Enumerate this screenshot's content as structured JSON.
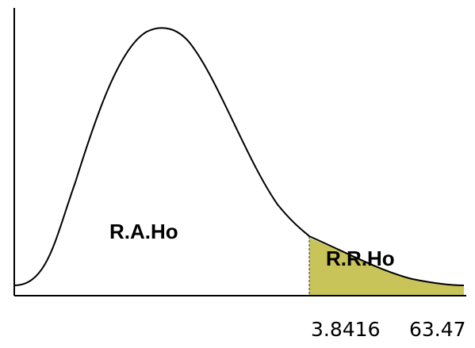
{
  "diagram": {
    "acceptance_region_label": "R.A.Ho",
    "rejection_region_label": "R.R.Ho",
    "critical_value_label": "3.8416",
    "statistic_value_label": "63.47",
    "colors": {
      "curve": "#000000",
      "axis": "#000000",
      "rejection_fill": "#c9c45a",
      "critical_line": "#333333"
    }
  }
}
